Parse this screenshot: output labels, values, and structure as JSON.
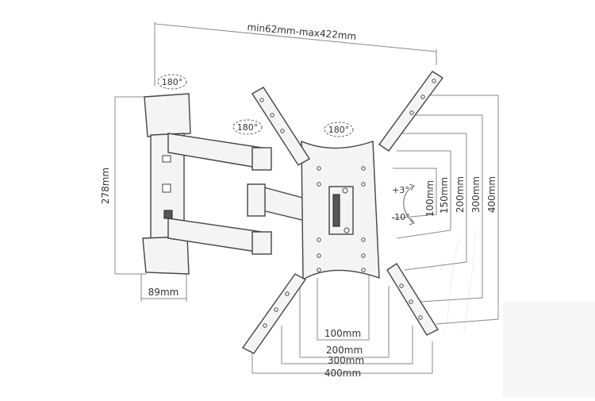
{
  "labels": {
    "width_range": "min62mm-max422mm",
    "height": "278mm",
    "depth": "89mm",
    "rot_wall": "180°",
    "rot_arm": "180°",
    "rot_plate": "180°",
    "tilt_up": "+3°",
    "tilt_down": "-10°",
    "v100": "100mm",
    "v150": "150mm",
    "v200": "200mm",
    "v300": "300mm",
    "v400": "400mm",
    "h100": "100mm",
    "h200": "200mm",
    "h300": "300mm",
    "h400": "400mm"
  },
  "colors": {
    "line": "#8a8a8a",
    "part": "#444444",
    "fill": "#f4f4f4"
  }
}
